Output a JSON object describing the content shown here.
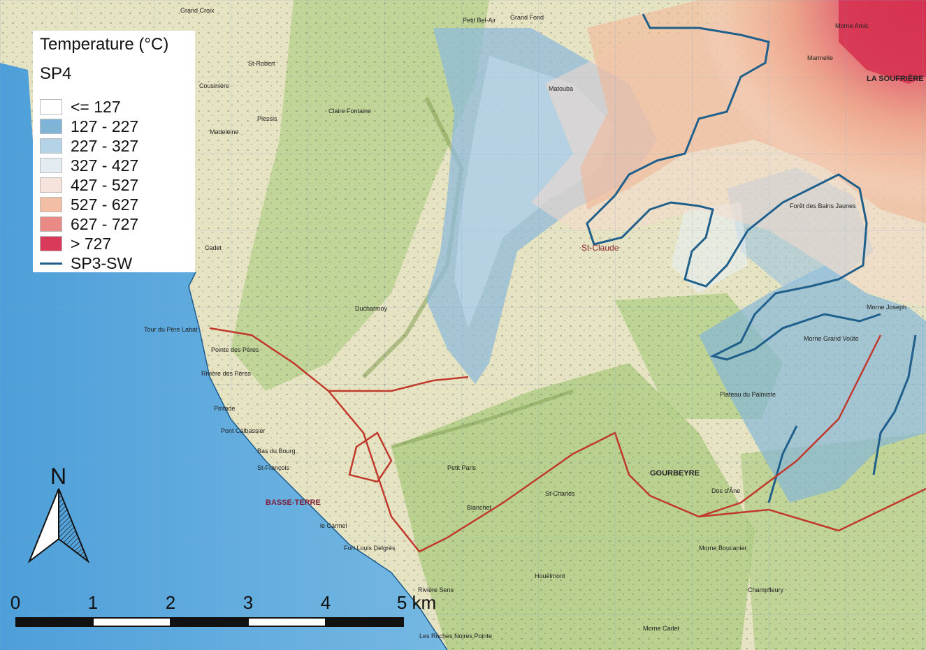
{
  "legend": {
    "title": "Temperature (°C)",
    "subtitle": "SP4",
    "classes": [
      {
        "label": "<= 127",
        "color": "#ffffff"
      },
      {
        "label": "127 - 227",
        "color": "#7fb4d6"
      },
      {
        "label": "227 - 327",
        "color": "#b5d3e6"
      },
      {
        "label": "327 - 427",
        "color": "#e3edf1"
      },
      {
        "label": "427 - 527",
        "color": "#f6e4dc"
      },
      {
        "label": "527 - 627",
        "color": "#f2bfa6"
      },
      {
        "label": "627 - 727",
        "color": "#e98a86"
      },
      {
        "label": "> 727",
        "color": "#d93a5a"
      }
    ],
    "line_label": "SP3-SW",
    "line_color": "#1f5f8b"
  },
  "north_arrow": {
    "label": "N",
    "icon": "north-arrow-icon"
  },
  "scale_bar": {
    "ticks": [
      "0",
      "1",
      "2",
      "3",
      "4",
      "5 km"
    ],
    "unit": "km"
  },
  "places": [
    "Grand Croix",
    "St-Robert",
    "Cousinière",
    "Plessis",
    "Madeleine",
    "Cadet",
    "Claire Fontaine",
    "Petit Bel-Air",
    "Grand Fond",
    "Matouba",
    "Morne Amic",
    "Marmelle",
    "LA SOUFRIÈRE",
    "Pointe des Pères",
    "Rivière des Pères",
    "Pintade",
    "Pont Calbassier",
    "Bas du Bourg",
    "St-François",
    "BASSE-TERRE",
    "le Carmel",
    "Fort Louis Delgrès",
    "Petit Paris",
    "Blanchet",
    "St-Charles",
    "GOURBEYRE",
    "Champfleury",
    "Plateau du Palmiste",
    "Morne Grand Voûte",
    "Morne Boucanier",
    "Rivière Sens",
    "Houëlmont",
    "Les Roches Noires Pointe",
    "Morne Cadet",
    "St-Claude",
    "Forêt des Bains Jaunes",
    "Morne Joseph",
    "Ducharmoy",
    "Dos d'Âne",
    "Tour du Père Labat"
  ],
  "colors": {
    "sea": "#5fa9dc",
    "land": "#e9e6c6",
    "forest": "#b7cf8c",
    "road": "#c0392b"
  }
}
